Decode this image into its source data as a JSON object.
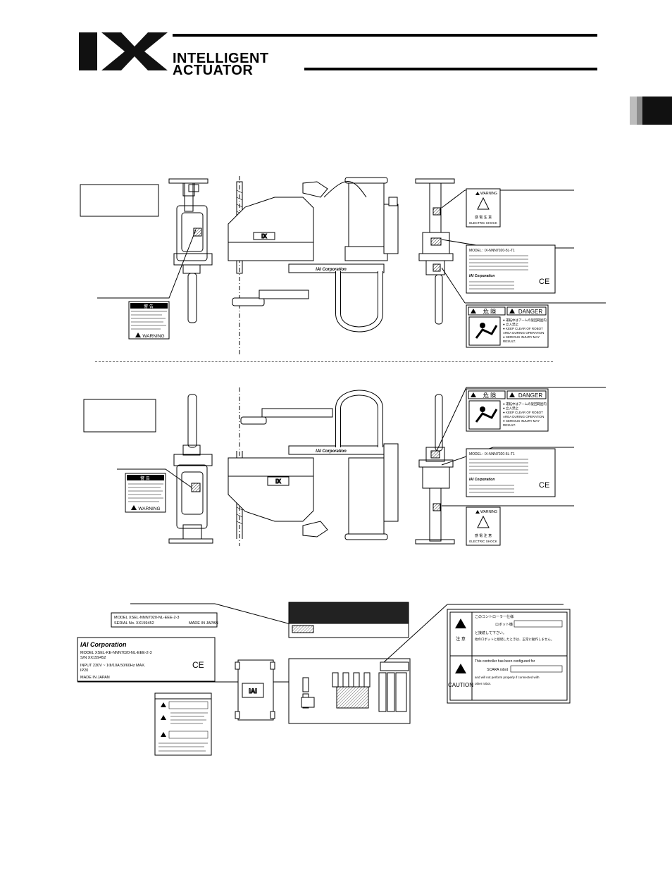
{
  "header": {
    "brand_line1": "INTELLIGENT",
    "brand_line2": "ACTUATOR",
    "logo_text": "IX"
  },
  "labels": {
    "warning_title_jp": "警 告",
    "warning_en": "WARNING",
    "danger_jp": "危 険",
    "danger_en": "DANGER",
    "caution_jp": "注 意",
    "caution_en": "CAUTION",
    "shock_jp": "感 電 注 意",
    "electric_shock": "ELECTRIC SHOCK",
    "ce_mark": "CE",
    "iai_corp": "IAI Corporation",
    "robot_model": "MODEL  : IX-NNN7020-5L-T1",
    "danger_lines": [
      "● 運転中はアームの旋回範囲内",
      "● 立入禁止",
      "● KEEP CLEAR OF ROBOT",
      "  AREA DURING OPERATION",
      "● SERIOUS INJURY MAY",
      "  RESULT."
    ],
    "ctrl_serial_model": "MODEL   XSEL-NNN7020-NL-EEE-2-3",
    "ctrl_serial_no": "SERIAL No.  XX159452",
    "ctrl_made_in": "MADE IN JAPAN",
    "plate_company": "IAI Corporation",
    "plate_model": "MODEL   XSEL-KE-NNN7020-NL-EEE-2-3",
    "plate_sn": "S/N     XX159452",
    "plate_input": "INPUT   230V ~ 1Φ/10A 50/60Hz MAX.",
    "plate_ip": "        IP20",
    "plate_made": "MADE IN JAPAN",
    "caution_line1": "このコントローラー仕様:",
    "caution_line2": "ロボット機",
    "caution_line3": "と接続して下さい。",
    "caution_line4": "他のロボットと接続したときは、正常に動作しません。",
    "caution_en1": "This controller has been configured for",
    "caution_en2": "SCARA robot",
    "caution_en3": "and will not perform properly if connected with",
    "caution_en4": "other robot.",
    "scara_brand": "IAI Corporation",
    "controller_brand": "IAI"
  },
  "callout_boxes": [
    {
      "id": "box-upper",
      "text": ""
    },
    {
      "id": "box-lower",
      "text": ""
    }
  ]
}
